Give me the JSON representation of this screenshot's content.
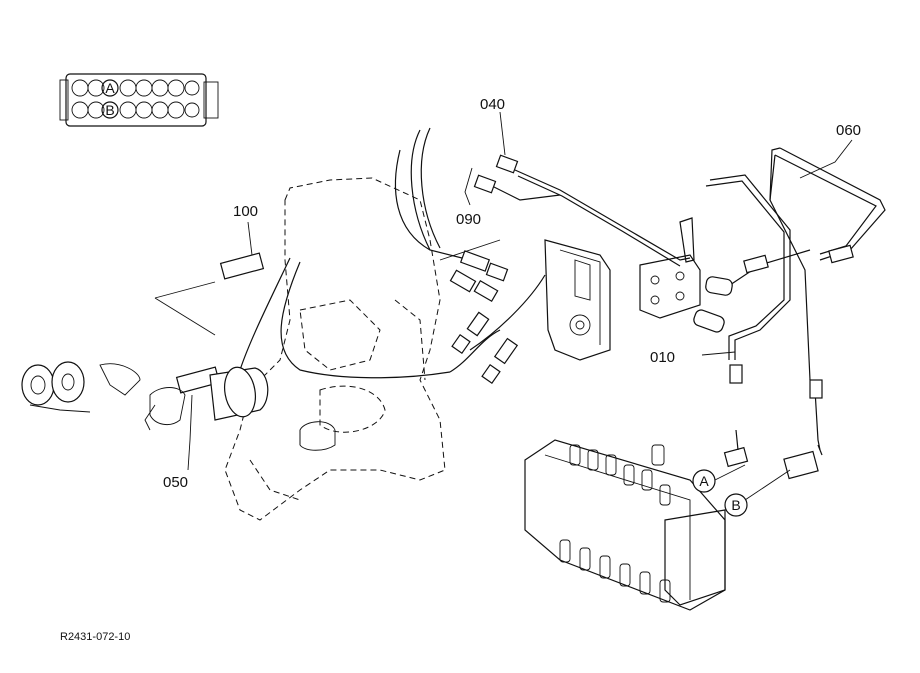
{
  "diagram": {
    "callouts": {
      "p040": "040",
      "p060": "060",
      "p090": "090",
      "p100": "100",
      "p010": "010",
      "p050": "050"
    },
    "circled": {
      "a": "A",
      "b": "B"
    },
    "reference": "R2431-072-10"
  }
}
